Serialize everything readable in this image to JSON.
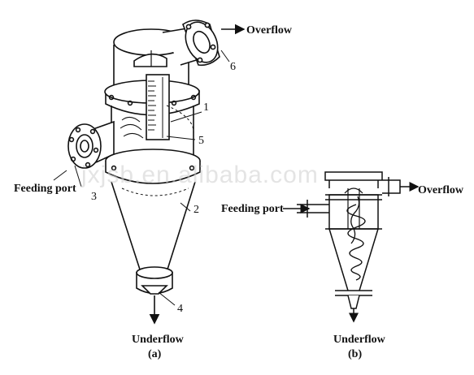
{
  "watermark": "jxjsb.en.alibaba.com",
  "figure_a": {
    "overflow_label": "Overflow",
    "feeding_label": "Feeding port",
    "underflow_label": "Underflow",
    "caption": "(a)",
    "parts": [
      "1",
      "2",
      "3",
      "4",
      "5",
      "6"
    ]
  },
  "figure_b": {
    "overflow_label": "Overflow",
    "feeding_label": "Feeding port",
    "underflow_label": "Underflow",
    "caption": "(b)"
  }
}
